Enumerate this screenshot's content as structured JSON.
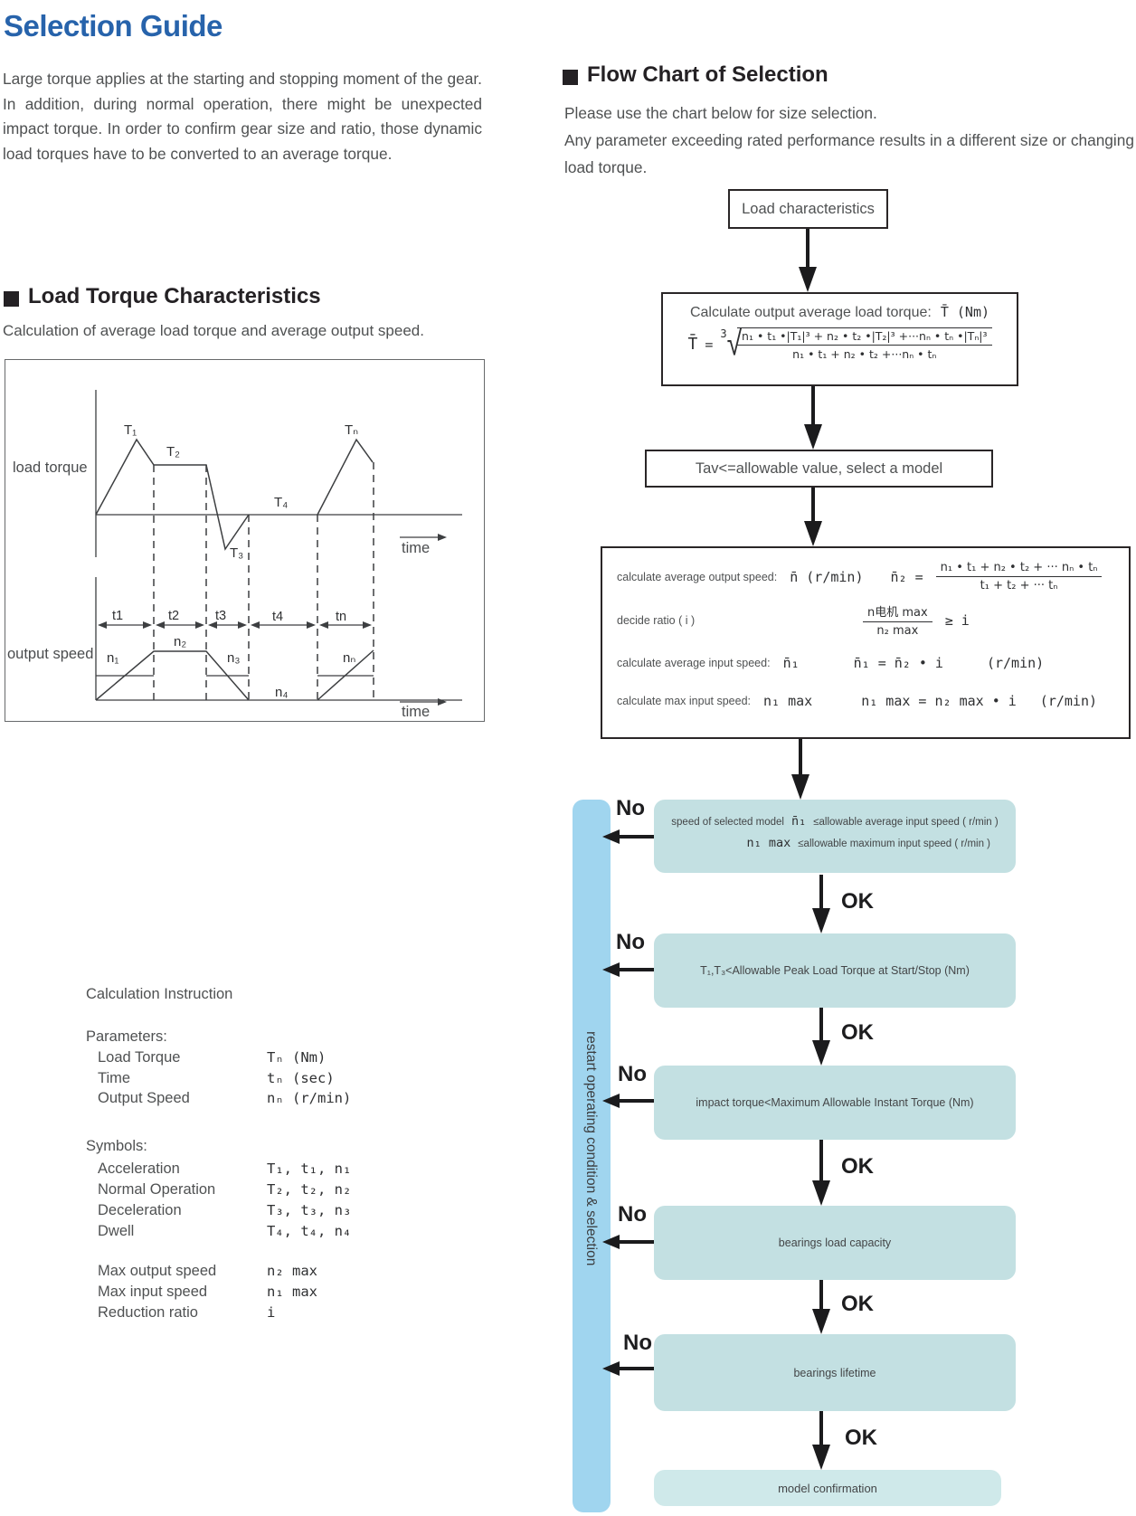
{
  "page": {
    "title": "Selection Guide"
  },
  "intro": "Large torque applies at the starting and stopping moment of the gear. In addition, during normal operation, there might be unexpected impact torque. In order to confirm gear size and ratio, those dynamic load torques have to be converted to an average torque.",
  "load_section": {
    "title": "Load Torque Characteristics",
    "subtitle": "Calculation of average load torque and average output speed.",
    "diagram": {
      "load_axis": "load torque",
      "speed_axis": "output speed",
      "time": "time",
      "T1": "T₁",
      "T2": "T₂",
      "T3": "T₃",
      "T4": "T₄",
      "Tn": "Tₙ",
      "t1": "t1",
      "t2": "t2",
      "t3": "t3",
      "t4": "t4",
      "tn": "tn",
      "n1": "n₁",
      "n2": "n₂",
      "n3": "n₃",
      "n4": "n₄",
      "nn": "nₙ"
    }
  },
  "calc_instruction": {
    "title": "Calculation Instruction",
    "parameters_heading": "Parameters:",
    "parameters": [
      {
        "label": "Load Torque",
        "value": "Tₙ (Nm)"
      },
      {
        "label": "Time",
        "value": "tₙ (sec)"
      },
      {
        "label": "Output Speed",
        "value": "nₙ (r/min)"
      }
    ],
    "symbols_heading": "Symbols:",
    "symbols": [
      {
        "label": "Acceleration",
        "value": "T₁, t₁, n₁"
      },
      {
        "label": "Normal Operation",
        "value": "T₂, t₂, n₂"
      },
      {
        "label": "Deceleration",
        "value": "T₃, t₃, n₃"
      },
      {
        "label": "Dwell",
        "value": "T₄, t₄, n₄"
      }
    ],
    "extras": [
      {
        "label": "Max output speed",
        "value": "n₂ max"
      },
      {
        "label": "Max input speed",
        "value": "n₁ max"
      },
      {
        "label": "Reduction ratio",
        "value": "i"
      }
    ]
  },
  "flow_section": {
    "title": "Flow Chart of Selection",
    "intro_line1": "Please use the chart below for size selection.",
    "intro_line2": "Any parameter exceeding rated performance results in a different size or changing load torque.",
    "no_label": "No",
    "ok_label": "OK",
    "restart_label": "restart operating condition & selection",
    "step_load": "Load characteristics",
    "step_torque": {
      "label": "Calculate output average load torque:",
      "symbol": "T̄ (Nm)",
      "lhs": "T̄",
      "equals": "=",
      "root_index": "3",
      "root_sign": "√",
      "numerator": "n₁ • t₁ •|T₁|³ + n₂ • t₂ •|T₂|³ +···nₙ • tₙ •|Tₙ|³",
      "denominator": "n₁ • t₁ + n₂ • t₂ +···nₙ • tₙ"
    },
    "step_select": "Tav<=allowable value, select a model",
    "step_calc": {
      "row1_label": "calculate average output speed:",
      "row1_symbol": "n̄ (r/min)",
      "row1_lhs": "n̄₂ =",
      "row1_numerator": "n₁ • t₁ + n₂ • t₂ + ··· nₙ • tₙ",
      "row1_denominator": "t₁ + t₂ + ··· tₙ",
      "row2_label": "decide ratio ( i )",
      "row2_numerator": "n电机 max",
      "row2_denominator": "n₂ max",
      "row2_rhs": "≥ i",
      "row3_label": "calculate average input speed:",
      "row3_symbol": "n̄₁",
      "row3_formula": "n̄₁ = n̄₂ • i",
      "row3_unit": "(r/min)",
      "row4_label": "calculate max input speed:",
      "row4_symbol": "n₁ max",
      "row4_formula": "n₁ max = n₂ max • i",
      "row4_unit": "(r/min)"
    },
    "check_speed": {
      "pre": "speed of selected model",
      "var1": "n̄₁",
      "cond1": "≤allowable average input speed ( r/min )",
      "var2": "n₁ max",
      "cond2": "≤allowable maximum input speed ( r/min )"
    },
    "check_peak": "T₁,T₃<Allowable Peak Load Torque at Start/Stop (Nm)",
    "check_impact": "impact torque<Maximum Allowable Instant Torque (Nm)",
    "check_bearing_load": "bearings load capacity",
    "check_bearing_life": "bearings lifetime",
    "final_step": "model confirmation"
  }
}
